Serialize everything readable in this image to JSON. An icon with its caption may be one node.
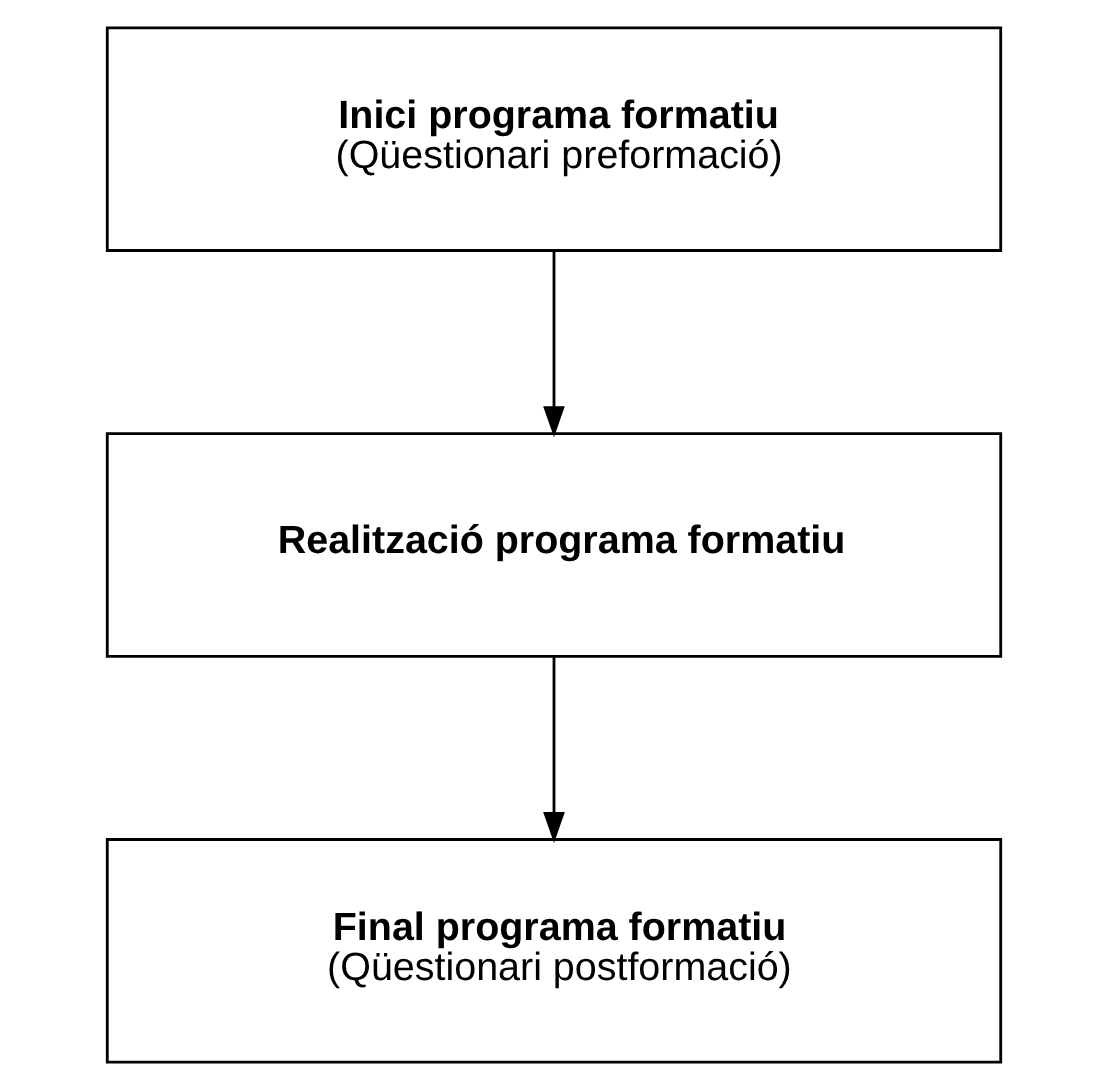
{
  "diagram": {
    "nodes": [
      {
        "text": [
          "Inici programa formatiu",
          "(Qüestionari preformació)"
        ]
      },
      {
        "text": [
          "Realització programa formatiu"
        ]
      },
      {
        "text": [
          "Final programa formatiu",
          "(Qüestionari postformació)"
        ]
      }
    ],
    "edges": [
      {
        "from": 0,
        "to": 1,
        "arrow": "to"
      },
      {
        "from": 1,
        "to": 2,
        "arrow": "to"
      }
    ]
  }
}
